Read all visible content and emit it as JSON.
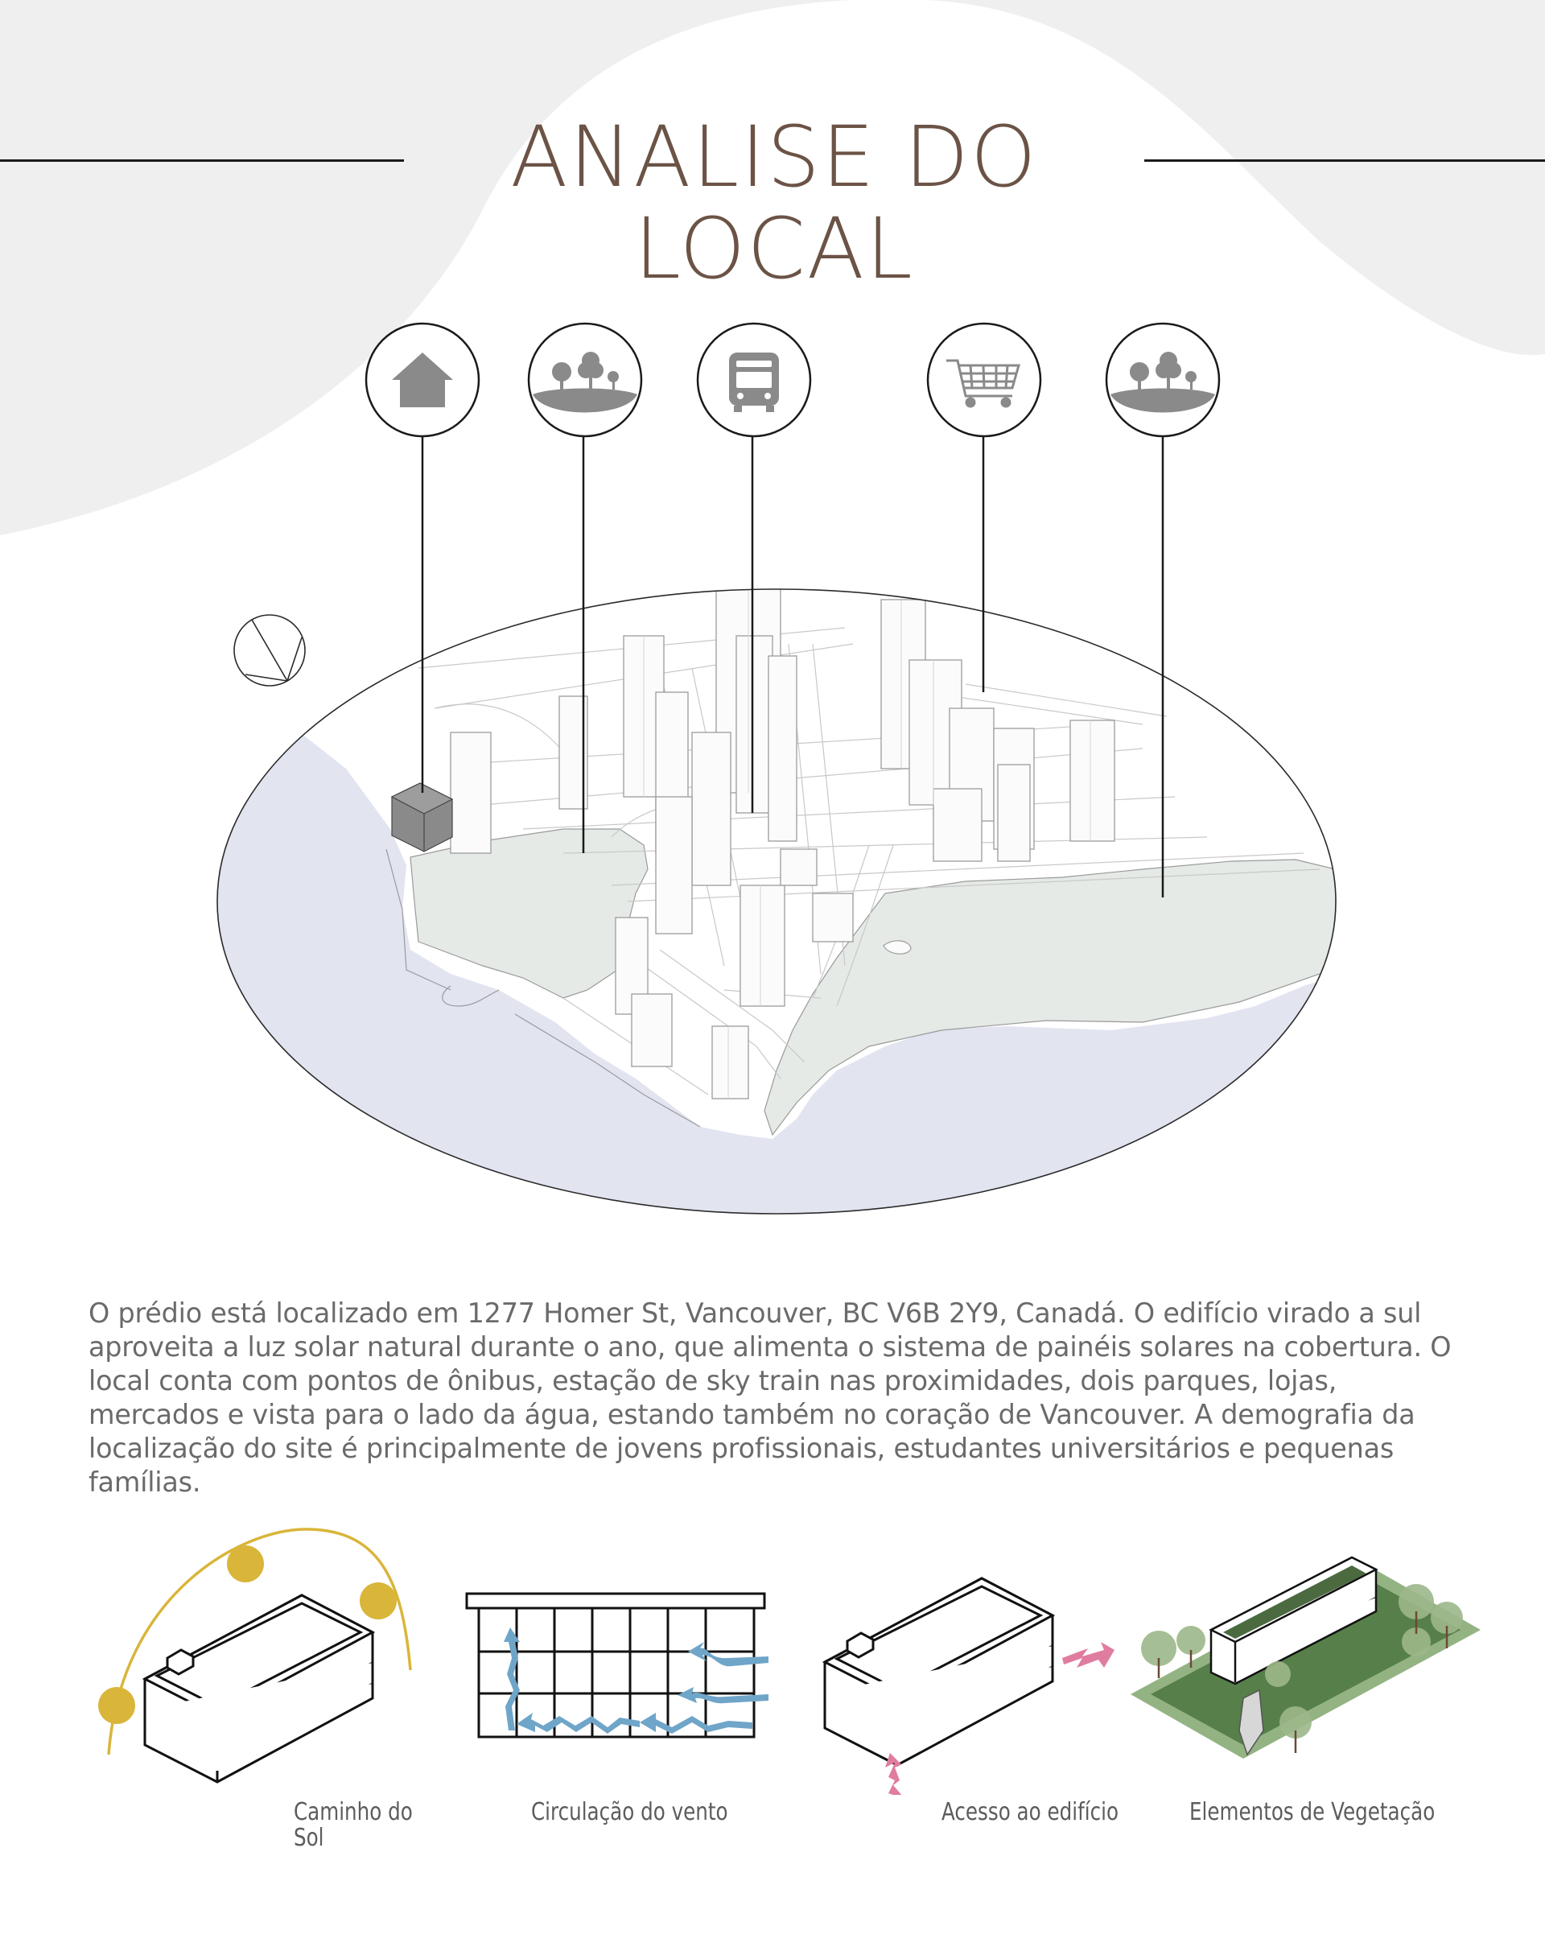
{
  "page": {
    "title": "ANALISE DO LOCAL",
    "description": "O prédio está localizado em 1277 Homer St, Vancouver, BC V6B 2Y9, Canadá. O edifício virado a sul aproveita a luz solar natural durante o ano, que alimenta o sistema de painéis solares na cobertura. O local conta com pontos de ônibus, estação de sky train nas proximidades, dois parques, lojas, mercados e vista para o lado da água, estando também no coração de Vancouver. A demografia da localização do site é principalmente de jovens profissionais, estudantes universitários e pequenas famílias."
  },
  "markers": [
    {
      "icon": "house-icon"
    },
    {
      "icon": "park-icon"
    },
    {
      "icon": "bus-icon"
    },
    {
      "icon": "shopping-cart-icon"
    },
    {
      "icon": "park-icon"
    }
  ],
  "analysis": [
    {
      "label": "Caminho do Sol"
    },
    {
      "label": "Circulação do vento"
    },
    {
      "label": "Acesso ao edifício"
    },
    {
      "label": "Elementos de Vegetação"
    }
  ],
  "colors": {
    "title": "#6b5346",
    "background_blob": "#efefef",
    "water": "#e2e4f0",
    "park": "#e5eae6",
    "site_building": "#8a8a8a",
    "sun": "#d9b53a",
    "wind": "#6fa5c8",
    "access": "#e07ca0",
    "vegetation": "#6f9a5a"
  }
}
